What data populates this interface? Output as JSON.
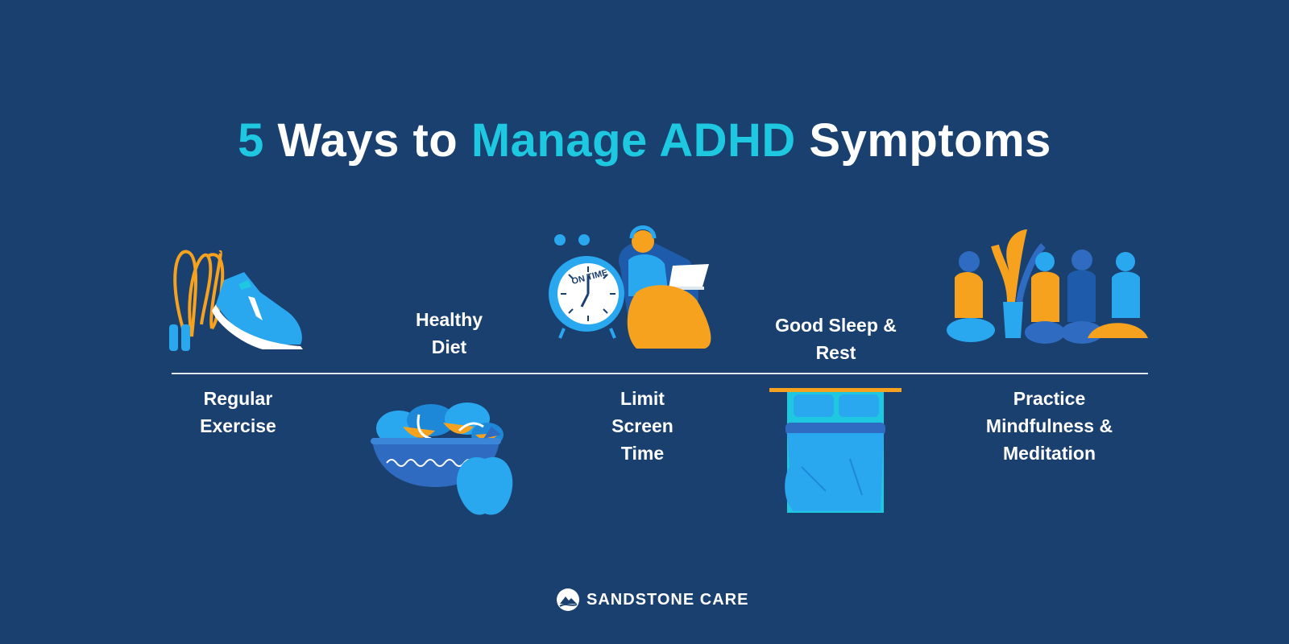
{
  "title": {
    "part1": "5",
    "part2": "Ways to",
    "part3": "Manage ADHD",
    "part4": "Symptoms"
  },
  "items": [
    {
      "line1": "Regular",
      "line2": "Exercise",
      "icon": "jump-rope-sneaker-icon"
    },
    {
      "line1": "Healthy",
      "line2": "Diet",
      "icon": "salad-bowl-apple-icon"
    },
    {
      "line1": "Limit",
      "line2": "Screen",
      "line3": "Time",
      "icon": "alarm-clock-laptop-icon"
    },
    {
      "line1": "Good Sleep &",
      "line2": "Rest",
      "icon": "bed-icon"
    },
    {
      "line1": "Practice",
      "line2": "Mindfulness &",
      "line3": "Meditation",
      "icon": "meditation-group-icon"
    }
  ],
  "brand": {
    "name": "SANDSTONE CARE",
    "icon": "mountain-logo-icon"
  },
  "colors": {
    "background": "#1a4070",
    "accent": "#1ec8e0",
    "orange": "#f6a21e",
    "blue": "#29a8f0"
  }
}
